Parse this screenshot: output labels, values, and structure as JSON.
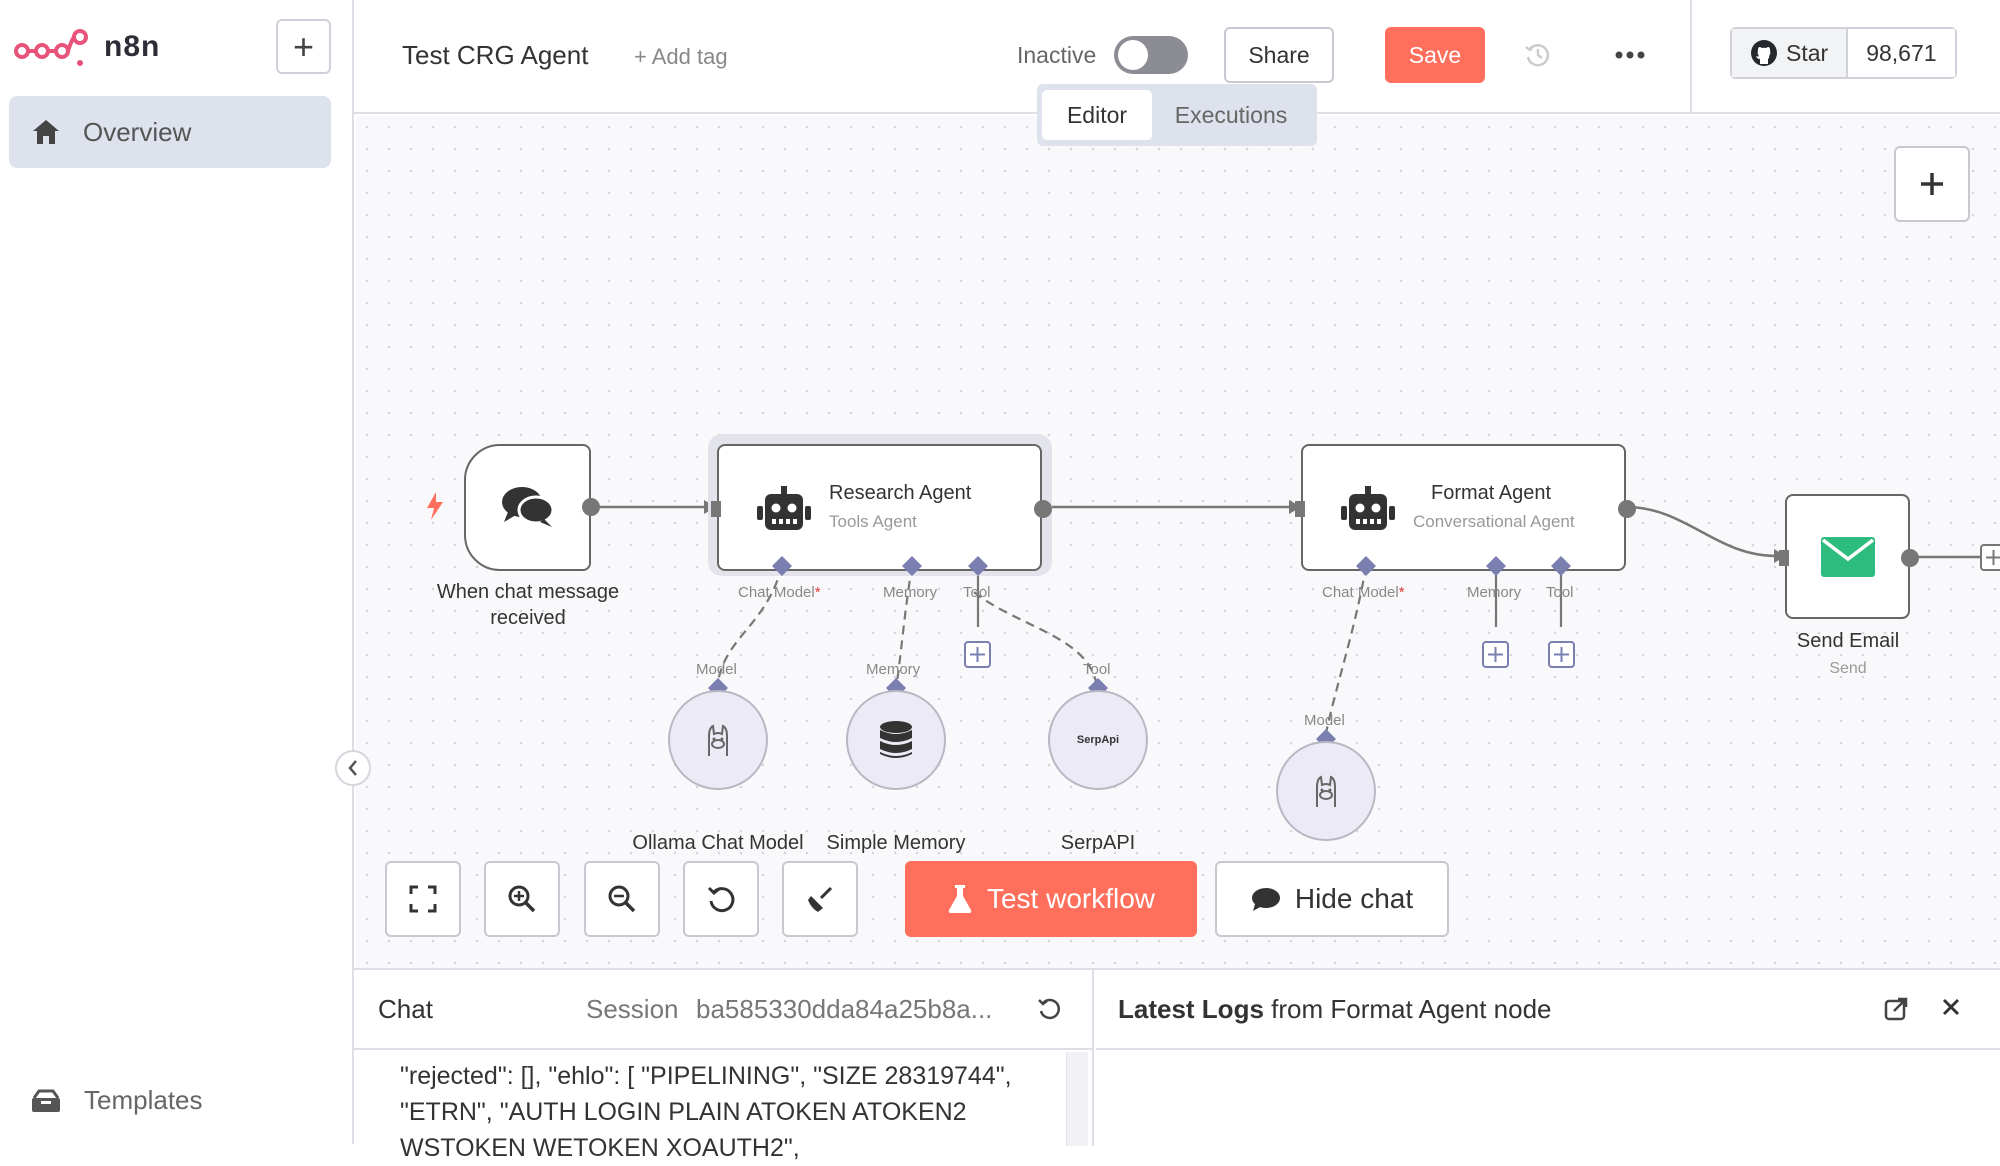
{
  "app": {
    "name": "n8n",
    "brand_color": "#ff6f5c",
    "sidebar_bg_active": "#dde2ec"
  },
  "sidebar": {
    "new_label": "+",
    "overview_label": "Overview",
    "templates_label": "Templates",
    "collapse_icon": "chevron-left-icon"
  },
  "header": {
    "workflow_name": "Test CRG Agent",
    "add_tag_label": "+ Add tag",
    "status_label": "Inactive",
    "active": false,
    "share_label": "Share",
    "save_label": "Save",
    "github_star_label": "Star",
    "github_star_count": "98,671"
  },
  "tabs": [
    {
      "label": "Editor",
      "active": true
    },
    {
      "label": "Executions",
      "active": false
    }
  ],
  "canvas": {
    "nodes": {
      "trigger": {
        "label_line1": "When chat message",
        "label_line2": "received"
      },
      "research_agent": {
        "title": "Research Agent",
        "subtitle": "Tools Agent",
        "ports": {
          "chat_model": "Chat Model",
          "memory": "Memory",
          "tool": "Tool"
        }
      },
      "format_agent": {
        "title": "Format Agent",
        "subtitle": "Conversational Agent",
        "ports": {
          "chat_model": "Chat Model",
          "memory": "Memory",
          "tool": "Tool"
        }
      },
      "send_email": {
        "title": "Send Email",
        "subtitle": "Send"
      },
      "ollama1": {
        "port": "Model",
        "label": "Ollama Chat Model"
      },
      "memory": {
        "port": "Memory",
        "label": "Simple Memory"
      },
      "serpapi": {
        "port": "Tool",
        "label": "SerpAPI",
        "logo_text": "SerpApi"
      },
      "ollama2": {
        "port": "Model"
      }
    },
    "required_marker": "*"
  },
  "toolbar": {
    "test_workflow_label": "Test workflow",
    "hide_chat_label": "Hide chat"
  },
  "chat": {
    "title": "Chat",
    "session_label": "Session",
    "session_id": "ba585330dda84a25b8a...",
    "message": "\"rejected\": [], \"ehlo\": [ \"PIPELINING\", \"SIZE 28319744\",\n\"ETRN\", \"AUTH LOGIN PLAIN ATOKEN ATOKEN2\nWSTOKEN WETOKEN XOAUTH2\","
  },
  "logs": {
    "title_bold": "Latest Logs",
    "title_rest": " from Format Agent node"
  }
}
